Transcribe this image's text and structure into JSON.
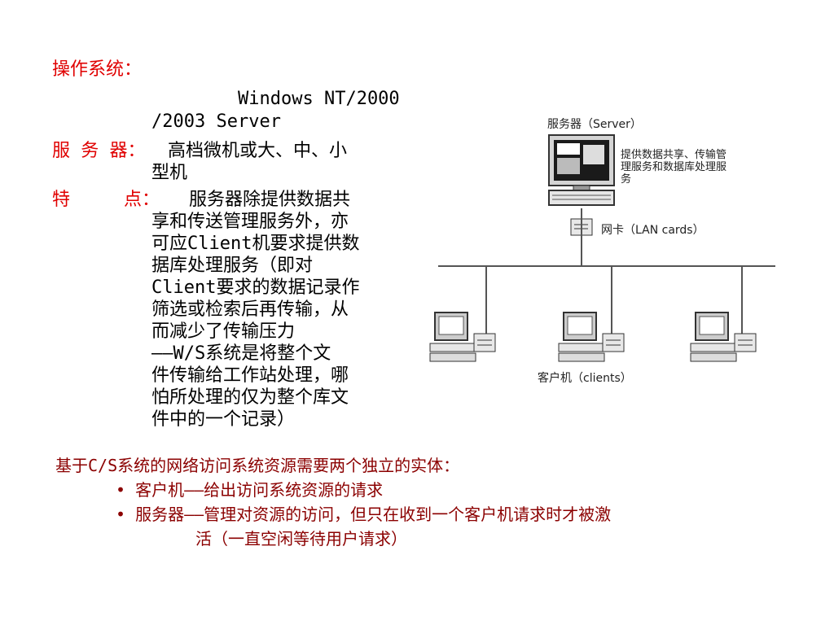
{
  "left": {
    "os_heading": "操作系统：",
    "os_line1": "Windows NT/2000",
    "os_line2": "/2003 Server",
    "server_label": "服 务 器：",
    "server_value_line1": "高档微机或大、中、小",
    "server_value_line2": "型机",
    "feature_label": "特　　　点：",
    "feature_lines": [
      "服务器除提供数据共",
      "享和传送管理服务外，亦",
      "可应Client机要求提供数",
      "据库处理服务（即对",
      "Client要求的数据记录作",
      "筛选或检索后再传输，从",
      "而减少了传输压力",
      "——W/S系统是将整个文",
      "件传输给工作站处理，哪",
      "怕所处理的仅为整个库文",
      "件中的一个记录）"
    ]
  },
  "diagram": {
    "server_title": "服务器（Server）",
    "server_desc_lines": [
      "提供数据共享、传输管",
      "理服务和数据库处理服",
      "务"
    ],
    "lan_label": "网卡（LAN cards）",
    "clients_label": "客户机（clients）"
  },
  "bottom": {
    "intro": "基于C/S系统的网络访问系统资源需要两个独立的实体：",
    "bullet1": "客户机——给出访问系统资源的请求",
    "bullet2_line1": "服务器——管理对资源的访问，但只在收到一个客户机请求时才被激",
    "bullet2_line2": "活（一直空闲等待用户请求）",
    "bullet_char": "•"
  }
}
